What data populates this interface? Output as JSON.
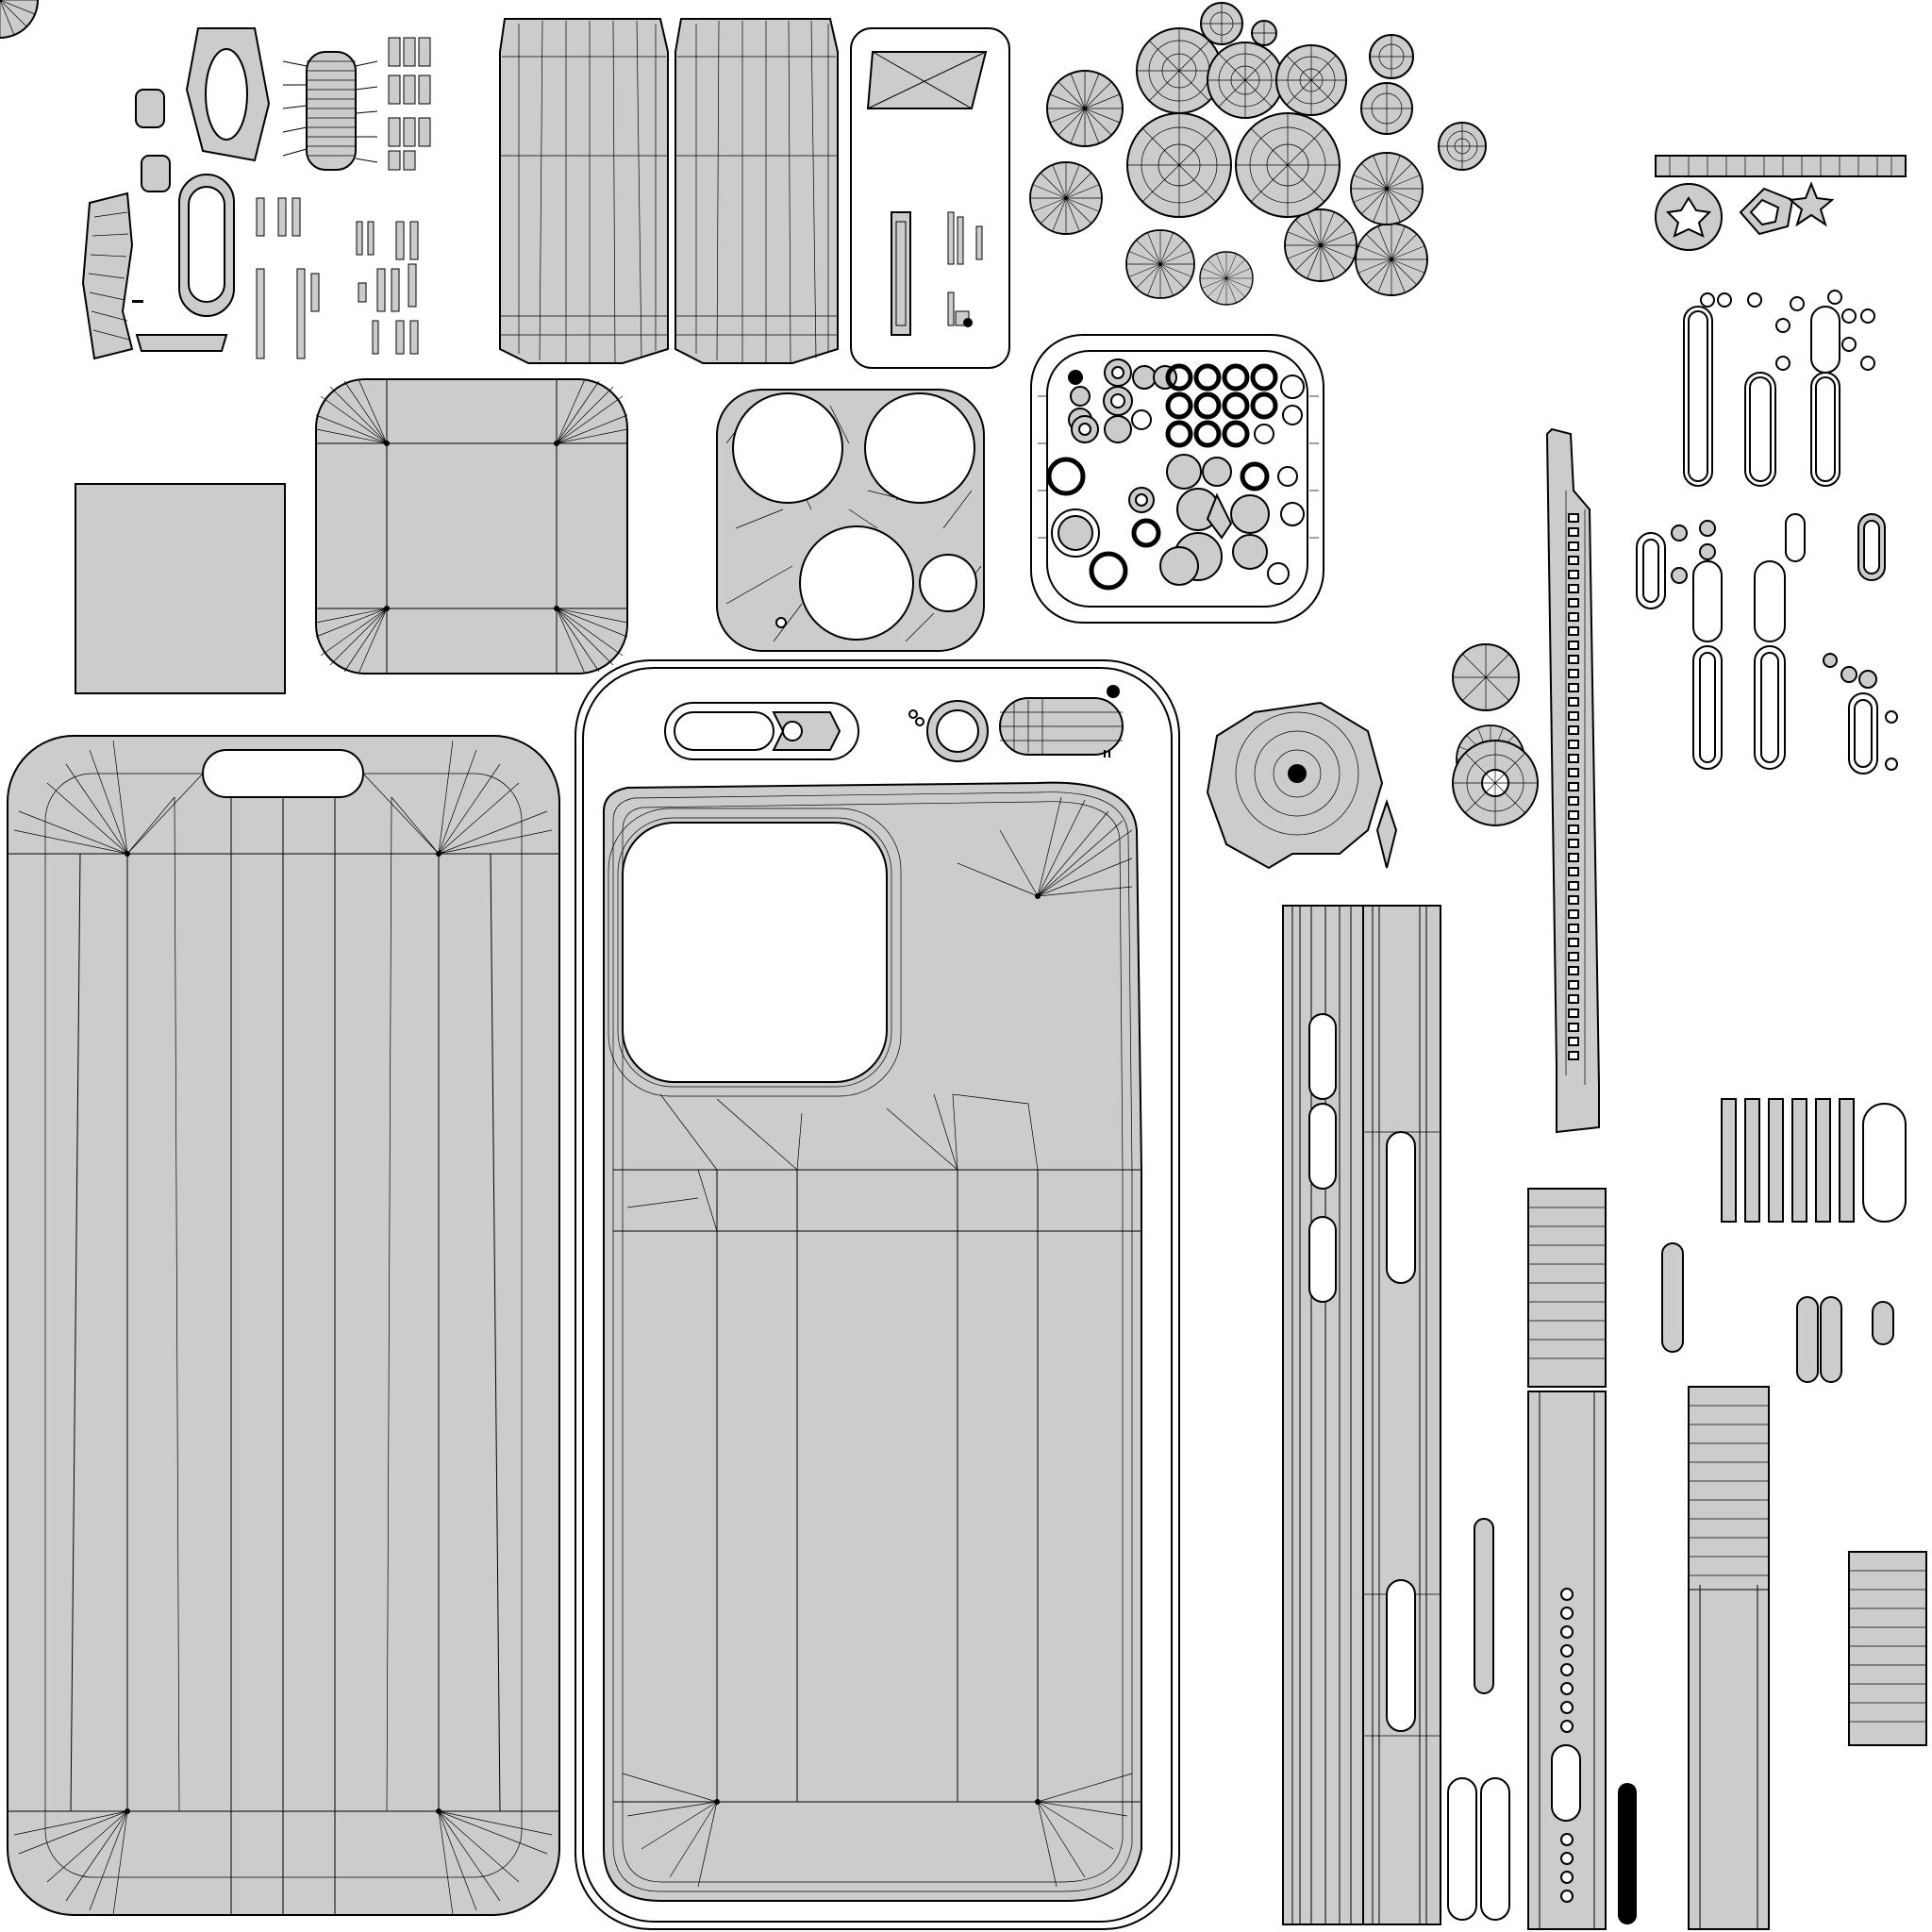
{
  "image": {
    "kind": "uv-wireframe-layout",
    "background_color": "#ffffff",
    "fill_color": "#cccccc",
    "line_color": "#000000"
  },
  "islands": {
    "back_glass": "back-glass-uv-island",
    "frame_shell": "frame-shell-uv-island",
    "front_screen": "front-screen-uv-island",
    "camera_plate": "camera-plate-uv-island",
    "lens_cluster": "lens-cluster-uv-island",
    "side_strips": "side-strip-uv-islands",
    "buttons": "button-uv-islands",
    "small_discs": "lens-disc-uv-islands"
  }
}
